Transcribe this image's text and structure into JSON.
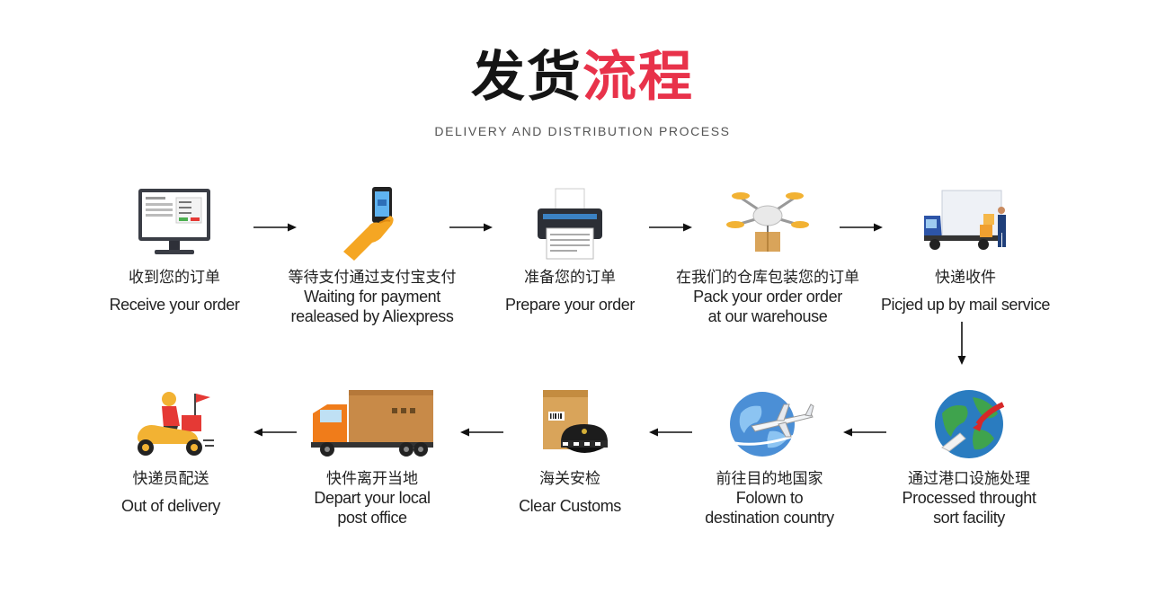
{
  "title": {
    "part1": "发货",
    "part2": "流程"
  },
  "subtitle": "DELIVERY AND DISTRIBUTION PROCESS",
  "colors": {
    "accent_red": "#e8324a",
    "title_black": "#151515",
    "arrow": "#111111"
  },
  "steps": [
    {
      "icon": "computer-monitor-icon",
      "cn": "收到您的订单",
      "en1": "Receive your order",
      "en2": ""
    },
    {
      "icon": "smartphone-payment-icon",
      "cn": "等待支付通过支付宝支付",
      "en1": "Waiting for payment",
      "en2": "realeased by Aliexpress"
    },
    {
      "icon": "printer-icon",
      "cn": "准备您的订单",
      "en1": "Prepare your order",
      "en2": ""
    },
    {
      "icon": "drone-package-icon",
      "cn": "在我们的仓库包装您的订单",
      "en1": "Pack your order order",
      "en2": "at our warehouse"
    },
    {
      "icon": "delivery-truck-icon",
      "cn": "快递收件",
      "en1": "Picjed up by mail service",
      "en2": ""
    },
    {
      "icon": "globe-icon",
      "cn": "通过港口设施处理",
      "en1": "Processed throught",
      "en2": "sort facility"
    },
    {
      "icon": "airplane-globe-icon",
      "cn": "前往目的地国家",
      "en1": "Folown to",
      "en2": "destination country"
    },
    {
      "icon": "customs-box-cap-icon",
      "cn": "海关安检",
      "en1": "Clear Customs",
      "en2": ""
    },
    {
      "icon": "cargo-truck-icon",
      "cn": "快件离开当地",
      "en1": "Depart your local",
      "en2": "post office"
    },
    {
      "icon": "courier-scooter-icon",
      "cn": "快递员配送",
      "en1": "Out of delivery",
      "en2": ""
    }
  ]
}
